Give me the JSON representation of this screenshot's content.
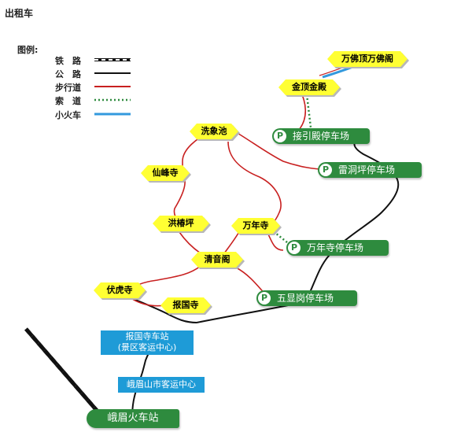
{
  "title": "出租车",
  "legend": {
    "title": "图例:",
    "items": [
      {
        "label": "铁　路",
        "kind": "rail"
      },
      {
        "label": "公　路",
        "kind": "road"
      },
      {
        "label": "步行道",
        "kind": "walk",
        "color": "#c82020"
      },
      {
        "label": "索　道",
        "kind": "cable",
        "color": "#2e8b3e"
      },
      {
        "label": "小火车",
        "kind": "minitrain",
        "color": "#3399dd"
      }
    ]
  },
  "colors": {
    "road": "#111111",
    "walkway": "#c82020",
    "cableway": "#2e8b3e",
    "minitrain": "#3399dd",
    "scenic_spot": "#ffff33",
    "parking": "#2e8b3e",
    "station": "#1e9bd7"
  },
  "scenic_spots": {
    "wanfoding": "万佛顶万佛阁",
    "jinding": "金顶金殿",
    "xixiangchi": "洗象池",
    "xianfengsi": "仙峰寺",
    "hongchunping": "洪椿坪",
    "wanniansi": "万年寺",
    "qingyinge": "清音阁",
    "fuhusi": "伏虎寺",
    "baoguosi": "报国寺"
  },
  "parking_lots": {
    "jieyindian": "接引殿停车场",
    "leidongping": "雷洞坪停车场",
    "wanniansi": "万年寺停车场",
    "wuxiangang": "五显岗停车场"
  },
  "parking_icon": "P",
  "stations": {
    "baoguosi_line1": "报国寺车站",
    "baoguosi_line2": "(景区客运中心)",
    "emeishan_city": "峨眉山市客运中心",
    "train_station": "峨眉火车站"
  }
}
